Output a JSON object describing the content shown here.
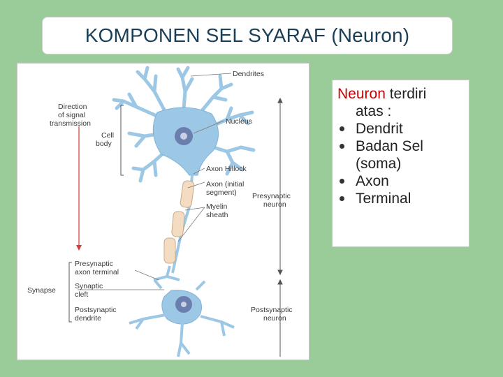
{
  "title": "KOMPONEN SEL SYARAF (Neuron)",
  "colors": {
    "background": "#99cc99",
    "title_text": "#1a3f57",
    "highlight": "#cc0000",
    "neuron_body": "#9cc8e6",
    "myelin": "#f3dcc2",
    "arrow": "#d33a3a"
  },
  "text_panel": {
    "intro_highlight": "Neuron",
    "intro_rest": " terdiri",
    "intro_cont": "atas :",
    "items": [
      "Dendrit",
      "Badan Sel (soma)",
      "Axon",
      "Terminal"
    ]
  },
  "diagram": {
    "labels": {
      "dendrites": "Dendrites",
      "direction_1": "Direction",
      "direction_2": "of signal",
      "direction_3": "transmission",
      "cell_1": "Cell",
      "cell_2": "body",
      "nucleus": "Nucleus",
      "axon_hillock": "Axon Hillock",
      "axon_initial_1": "Axon (initial",
      "axon_initial_2": "segment)",
      "presynaptic_neuron_1": "Presynaptic",
      "presynaptic_neuron_2": "neuron",
      "myelin_1": "Myelin",
      "myelin_2": "sheath",
      "presynaptic_terminal_1": "Presynaptic",
      "presynaptic_terminal_2": "axon terminal",
      "synapse": "Synapse",
      "cleft_1": "Synaptic",
      "cleft_2": "cleft",
      "postsynaptic_dendrite_1": "Postsynaptic",
      "postsynaptic_dendrite_2": "dendrite",
      "postsynaptic_neuron_1": "Postsynaptic",
      "postsynaptic_neuron_2": "neuron"
    }
  }
}
